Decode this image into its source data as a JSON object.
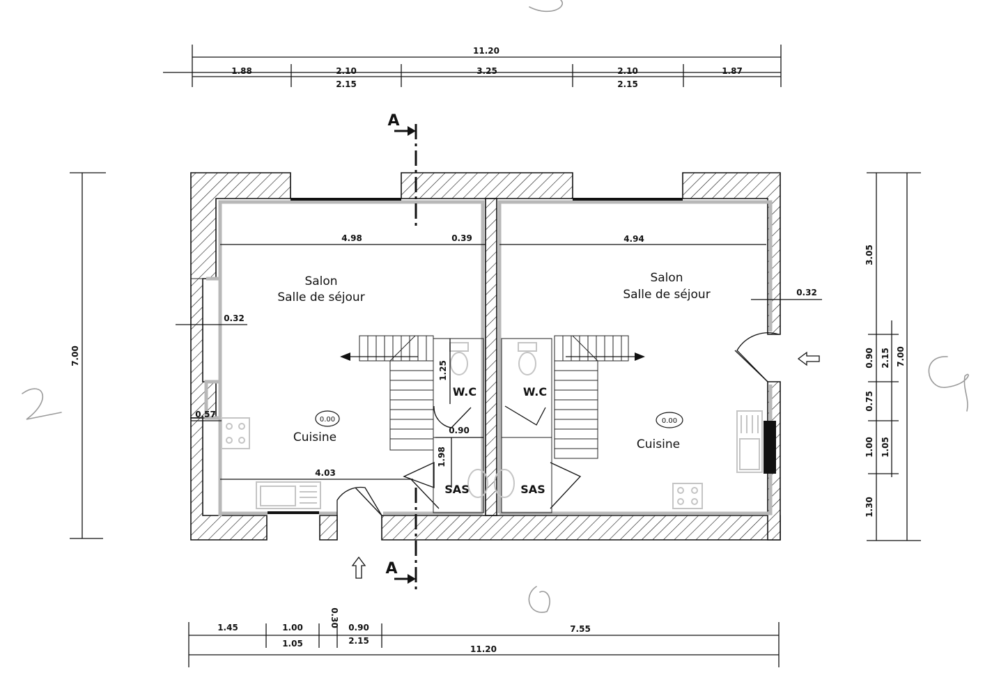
{
  "plan": {
    "rooms_left": {
      "salon": "Salon",
      "sejour": "Salle de séjour",
      "wc": "W.C",
      "cuisine": "Cuisine",
      "sas": "SAS",
      "level": "0.00"
    },
    "rooms_right": {
      "salon": "Salon",
      "sejour": "Salle de séjour",
      "wc": "W.C",
      "cuisine": "Cuisine",
      "sas": "SAS",
      "level": "0.00"
    },
    "section_label": "A",
    "dims_top": {
      "total": "11.20",
      "d1": "1.88",
      "d2": "2.10",
      "d2b": "2.15",
      "d3": "3.25",
      "d4": "2.10",
      "d4b": "2.15",
      "d5": "1.87"
    },
    "dims_bottom": {
      "total": "11.20",
      "d1": "1.45",
      "d2": "1.00",
      "d2b": "1.05",
      "d3": "0.30",
      "d4": "0.90",
      "d4b": "2.15",
      "d5": "7.55"
    },
    "dims_left": {
      "total": "7.00"
    },
    "dims_right": {
      "total": "7.00",
      "r1": "3.05",
      "r2": "0.90",
      "r2b": "2.15",
      "r3": "0.75",
      "r4": "1.00",
      "r4b": "1.05",
      "r5": "1.30"
    },
    "dims_interior": {
      "w_left": "4.98",
      "w_mid": "0.39",
      "w_right": "4.94",
      "wall_l": "0.32",
      "wall_r": "0.32",
      "wall_k": "0.57",
      "kitchen": "4.03",
      "wc_h": "1.25",
      "wc_w": "0.90",
      "sas_h": "1.98"
    }
  }
}
